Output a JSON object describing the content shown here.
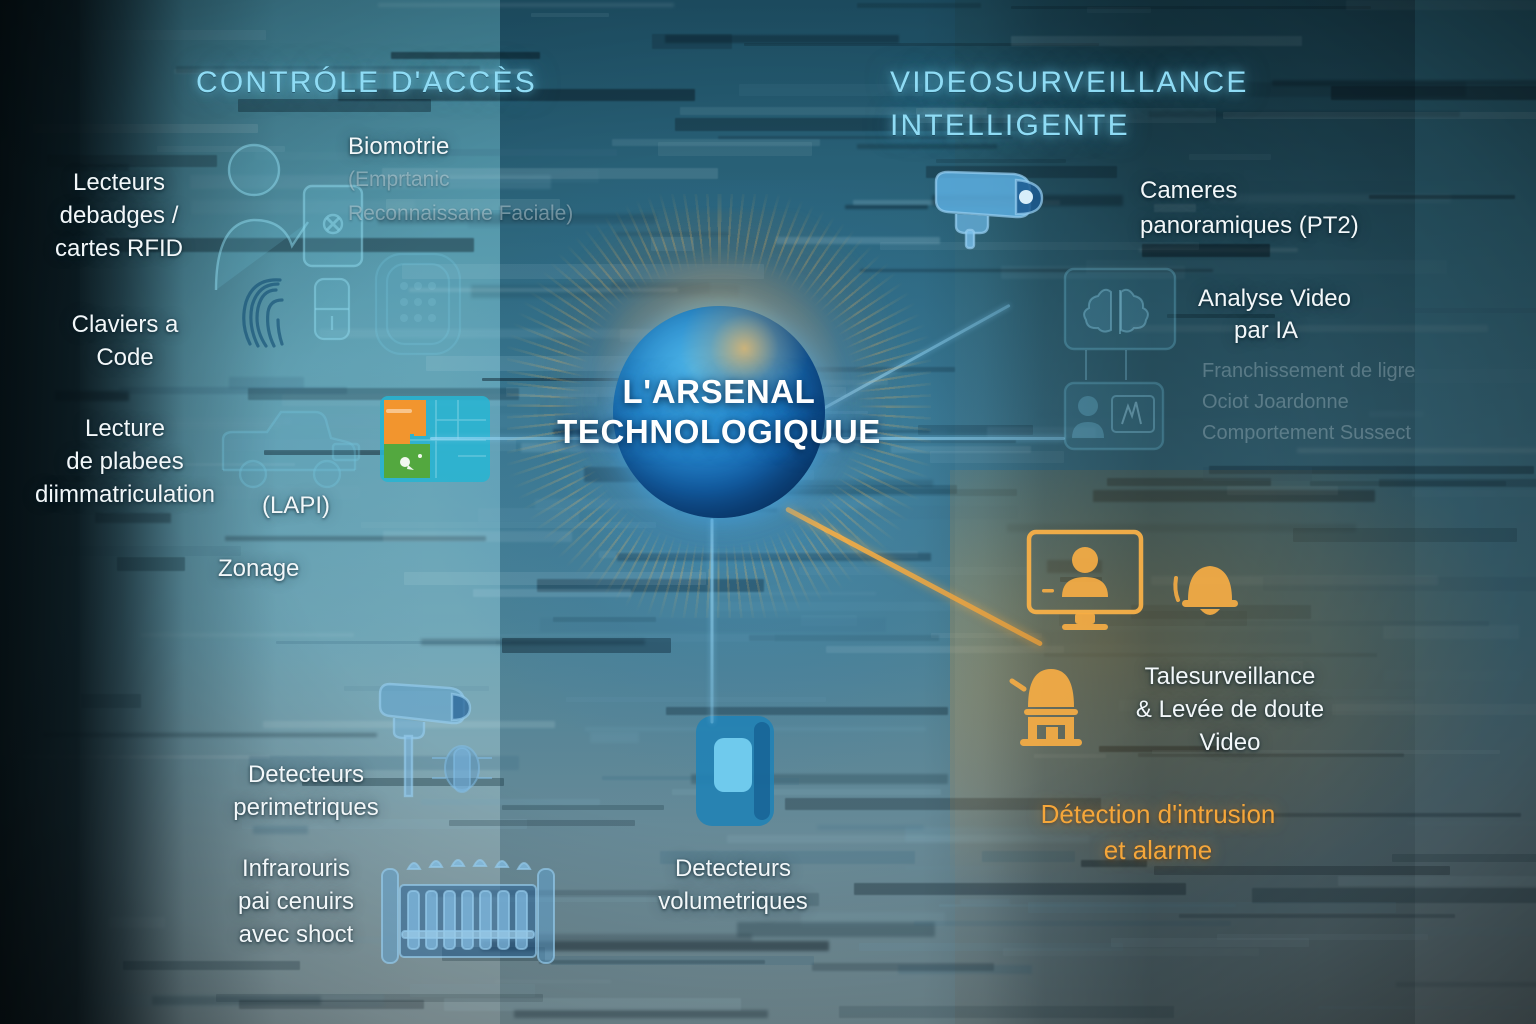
{
  "meta": {
    "title": "L'Arsenal Technologique",
    "accent_blue": "#8fdcf5",
    "accent_orange": "#f5a63a",
    "core_blue": "#1f82c8",
    "label_white": "#f2f7f9"
  },
  "center": {
    "title_line1": "L'ARSENAL",
    "title_line2": "TECHNOLOGIQUUE"
  },
  "sections": {
    "left_heading": "CONTRÓLE D'ACCÈS",
    "right_heading_line1": "VIDEOSURVEILLANCE",
    "right_heading_line2": "INTELLIGENTE",
    "bottom_right_heading_line1": "Détection d'intrusion",
    "bottom_right_heading_line2": "et alarme"
  },
  "labels": {
    "badge_readers": "Lecteurs\ndebadges /\ncartes RFID",
    "code_keypads": "Claviers a\nCode",
    "plate_reading": "Lecture\nde plabees\ndiimmatriculation",
    "lapi": "(LAPI)",
    "zoning": "Zonage",
    "biometrics_title": "Biomotrie",
    "biometrics_sub_line1": "(Emprtanic",
    "biometrics_sub_line2": "Reconnaissane Faciale)",
    "perimeter_detectors": "Detecteurs\nperimetriques",
    "infrared_barriers": "Infrarouris\npai cenuirs\navec shoct",
    "volumetric_detectors": "Detecteurs\nvolumetriques",
    "panoramic_cameras": "Cameres\npanoramiques  (PT2)",
    "video_analysis_line1": "Analyse Video",
    "video_analysis_line2": "par IA",
    "video_analysis_bullets": [
      "Franchissement de ligre",
      "Ociot Joardonne",
      "Comportement Sussect"
    ],
    "remote_monitoring": "Talesurveillance\n& Levée de doute\nVideo"
  },
  "icons": {
    "access_panel": "person-at-access-panel-icon",
    "fingerprint": "fingerprint-icon",
    "card_reader": "card-reader-icon",
    "keypad": "keypad-icon",
    "vehicle": "vehicle-lpr-icon",
    "zoning_map": "zoning-map-icon",
    "pole_camera": "pole-mounted-camera-icon",
    "fence": "perimeter-fence-icon",
    "motion_sensor": "volumetric-motion-sensor-icon",
    "bullet_camera": "bullet-camera-icon",
    "ai_brain": "ai-brain-screen-icon",
    "operator_screen": "operator-screen-icon",
    "monitor_person": "remote-operator-monitor-icon",
    "bell": "alarm-bell-icon",
    "siren": "siren-icon"
  },
  "streaks": {
    "note": "decorative horizontal data-streak bars"
  }
}
